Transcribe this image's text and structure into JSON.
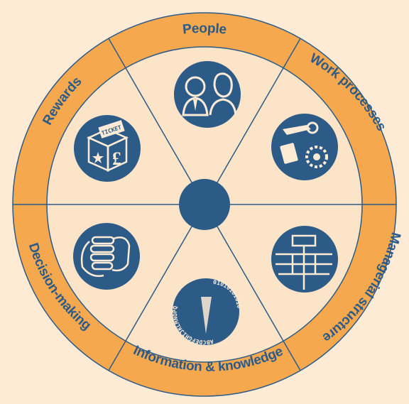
{
  "colors": {
    "background": "#fdebd6",
    "ring": "#f6a84e",
    "inner": "#fbe4c7",
    "line": "#2c5b88",
    "icon": "#2c5b88"
  },
  "segments": [
    {
      "label": "People",
      "icon": "people-icon"
    },
    {
      "label": "Work processes",
      "icon": "tools-icon"
    },
    {
      "label": "Managerial structure",
      "icon": "org-chart-icon"
    },
    {
      "label": "Information & knowledge",
      "icon": "binary-alphabet-icon"
    },
    {
      "label": "Decision-making",
      "icon": "handshake-icon"
    },
    {
      "label": "Rewards",
      "icon": "ticket-box-icon"
    }
  ],
  "icon_text": {
    "ticket": "TICKET",
    "pound": "£",
    "binary": "01010101010",
    "alphabet": "ABCDEFGHIJKLMNOPQ"
  }
}
